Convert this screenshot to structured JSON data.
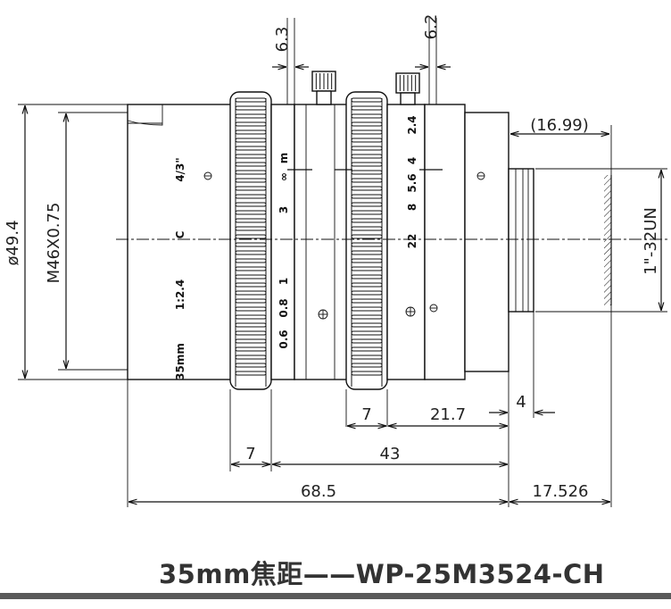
{
  "caption": "35mm焦距——WP-25M3524-CH",
  "dimensions": {
    "top_left": "6.3",
    "top_right": "6.2",
    "diameter_outer": "ø49.4",
    "mount_thread": "M46X0.75",
    "ref_length": "(16.99)",
    "thread_spec": "1\"-32UN",
    "ring_width": "7",
    "ring_width_2": "7",
    "rear_length": "21.7",
    "flange_step": "4",
    "mid_length": "43",
    "total_length": "68.5",
    "back_focus": "17.526"
  },
  "barrel_markings": {
    "format": "4/3\"",
    "mount": "C",
    "aperture": "1:2.4",
    "focal": "35mm",
    "focus_scale": [
      "m",
      "∞",
      "3",
      "1",
      "0.8",
      "0.6"
    ],
    "iris_scale": [
      "2.4",
      "4",
      "5.6",
      "8",
      "22"
    ]
  },
  "colors": {
    "line": "#111111",
    "caption": "#333333",
    "bar": "#5a5a5a"
  }
}
